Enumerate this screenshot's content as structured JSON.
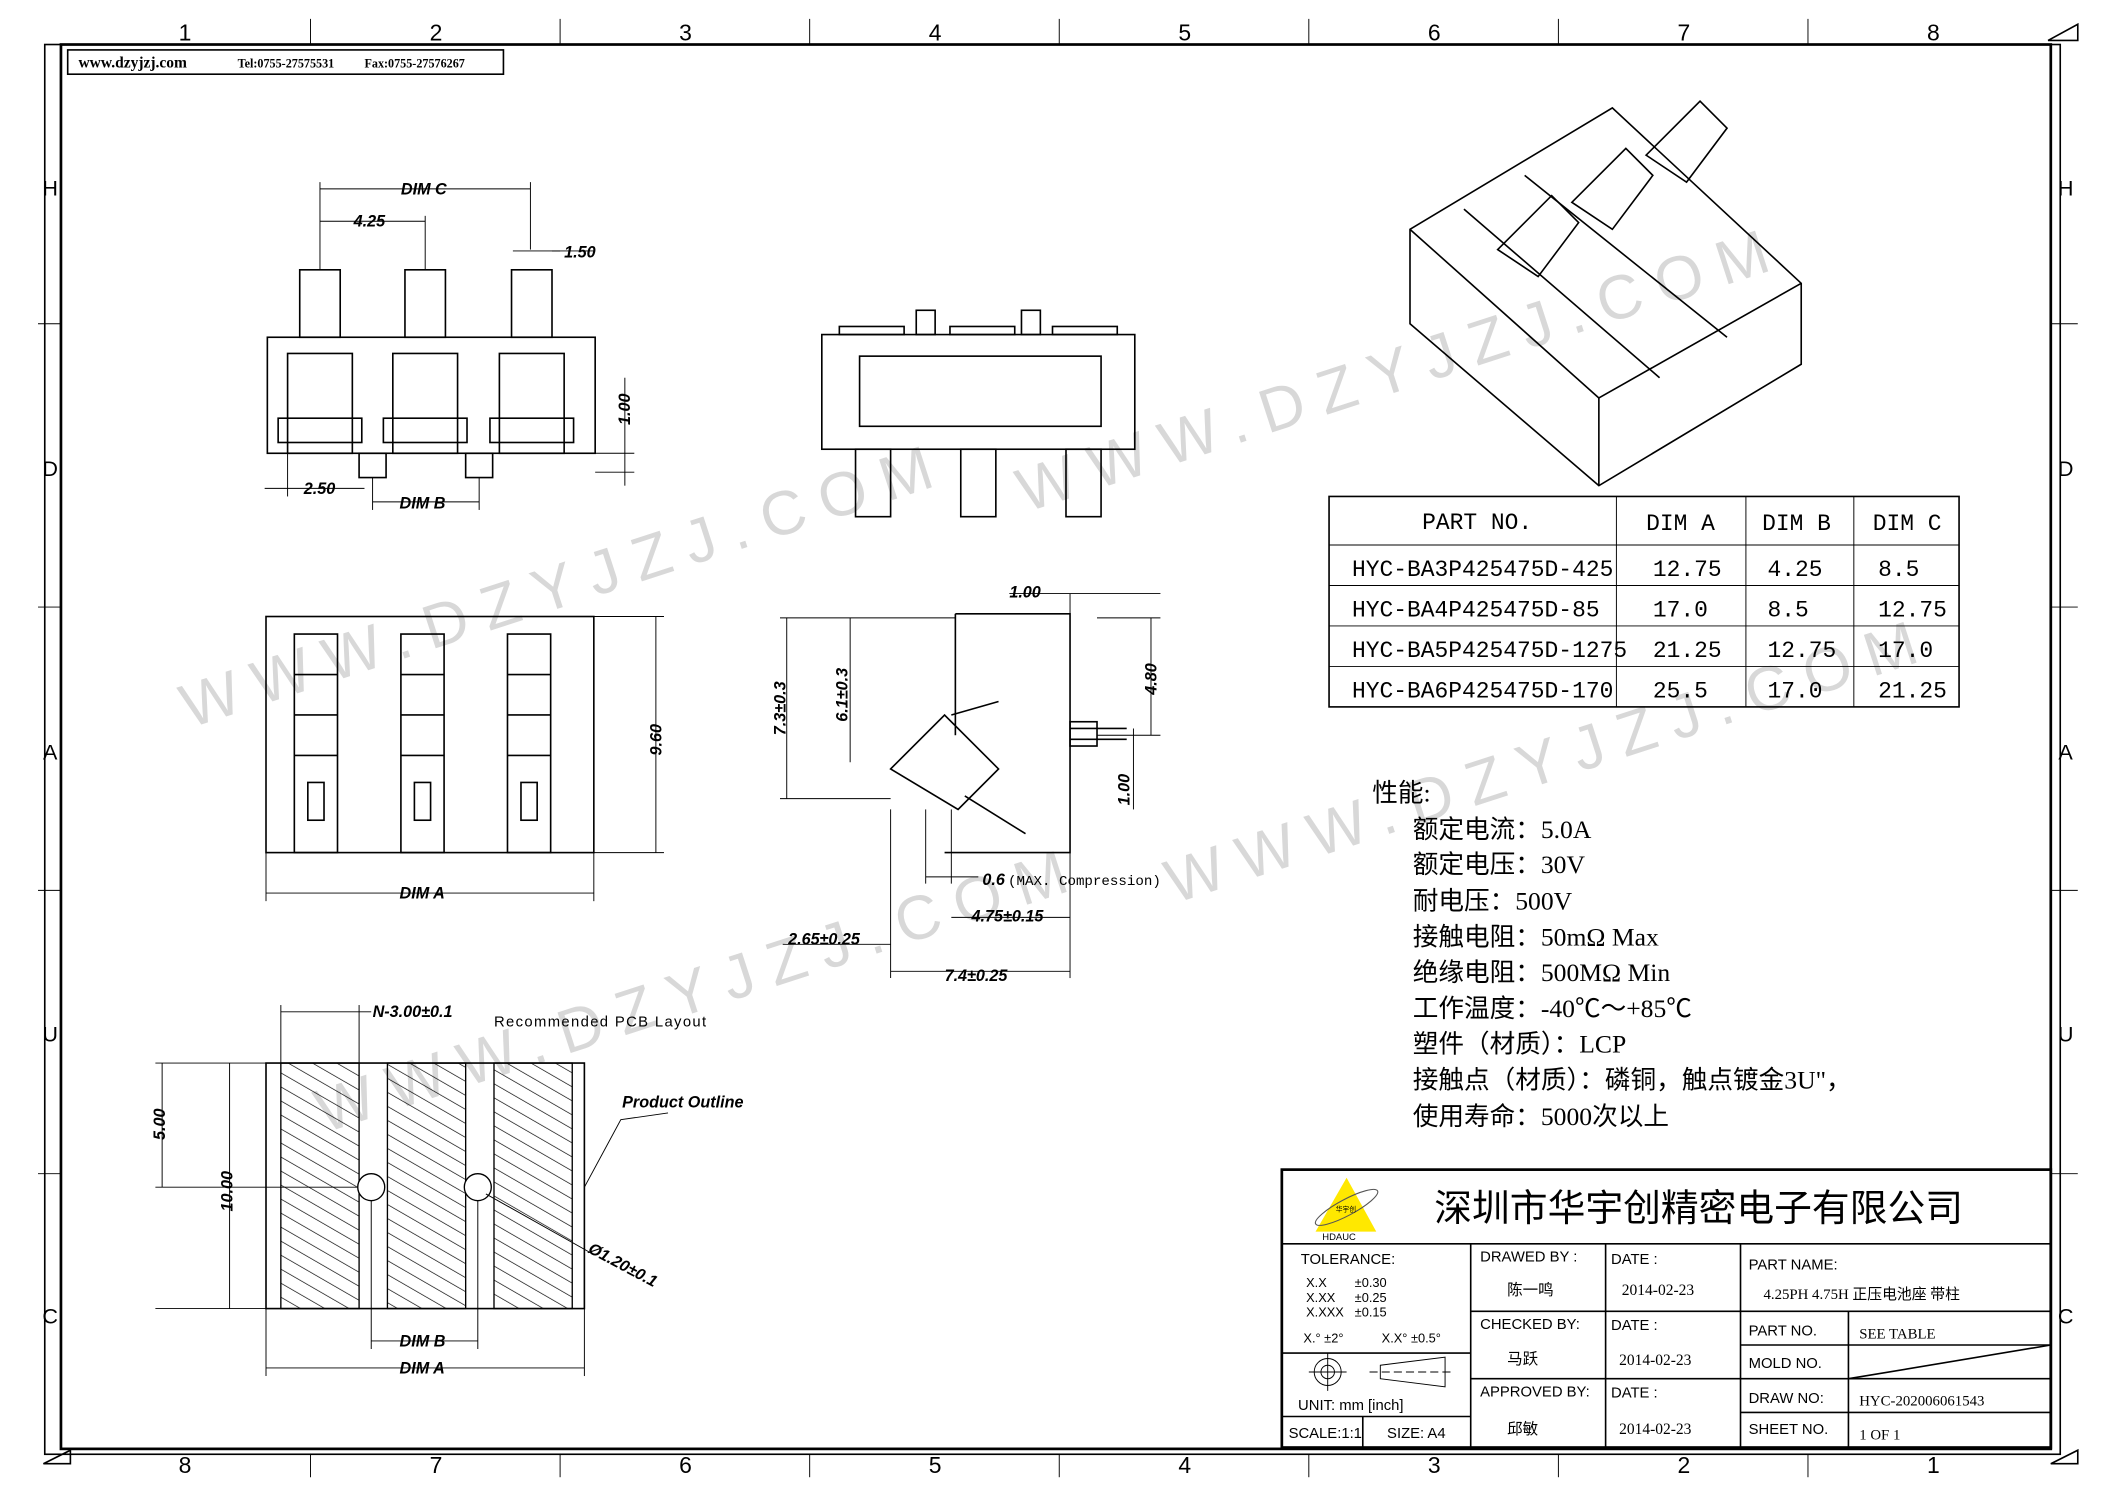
{
  "header": {
    "website": "www.dzyjzj.com",
    "tel": "Tel:0755-27575531",
    "fax": "Fax:0755-27576267"
  },
  "grid": {
    "columns_top": [
      "1",
      "2",
      "3",
      "4",
      "5",
      "6",
      "7",
      "8"
    ],
    "columns_bottom": [
      "8",
      "7",
      "6",
      "5",
      "4",
      "3",
      "2",
      "1"
    ],
    "rows": [
      "H",
      "D",
      "A",
      "U",
      "C"
    ]
  },
  "watermark": "WWW.DZYJZJ.COM",
  "dims": {
    "dim_c": "DIM C",
    "p425": "4.25",
    "p150": "1.50",
    "p100a": "1.00",
    "p250": "2.50",
    "dim_b": "DIM B",
    "p960": "9.60",
    "dim_a": "DIM A",
    "p100b": "1.00",
    "p480": "4.80",
    "p73": "7.3±0.3",
    "p61": "6.1±0.3",
    "p100c": "1.00",
    "p06": "0.6",
    "p06_note": "(MAX. Compression)",
    "p475": "4.75±0.15",
    "p265": "2.65±0.25",
    "p74": "7.4±0.25",
    "pcb_n": "N-3.00±0.1",
    "pcb_title": "Recommended PCB Layout",
    "product_outline": "Product Outline",
    "p500": "5.00",
    "p1000": "10.00",
    "hole": "Ø1.20±0.1",
    "pcb_dim_b": "DIM B",
    "pcb_dim_a": "DIM A"
  },
  "table": {
    "headers": [
      "PART NO.",
      "DIM A",
      "DIM B",
      "DIM C"
    ],
    "rows": [
      [
        "HYC-BA3P425475D-425",
        "12.75",
        "4.25",
        "8.5"
      ],
      [
        "HYC-BA4P425475D-85",
        "17.0",
        "8.5",
        "12.75"
      ],
      [
        "HYC-BA5P425475D-1275",
        "21.25",
        "12.75",
        "17.0"
      ],
      [
        "HYC-BA6P425475D-170",
        "25.5",
        "17.0",
        "21.25"
      ]
    ]
  },
  "specs": {
    "title": "性能:",
    "items": [
      "额定电流：5.0A",
      "额定电压：30V",
      "耐电压：500V",
      "接触电阻：50mΩ  Max",
      "绝缘电阻：500MΩ  Min",
      "工作温度：-40℃～+85℃",
      "塑件（材质）：LCP",
      "接触点（材质）：磷铜，触点镀金3U\"，",
      "使用寿命：5000次以上"
    ]
  },
  "title_block": {
    "logo_text": "华宇创",
    "logo_brand": "HDAUC",
    "company": "深圳市华宇创精密电子有限公司",
    "tolerance_label": "TOLERANCE:",
    "tolerances": [
      [
        "X.X",
        "±0.30"
      ],
      [
        "X.XX",
        "±0.25"
      ],
      [
        "X.XXX",
        "±0.15"
      ]
    ],
    "angle_tol_1": "X.° ±2°",
    "angle_tol_2": "X.X° ±0.5°",
    "unit": "UNIT:  mm  [inch]",
    "scale": "SCALE:1:1",
    "size": "SIZE:  A4",
    "drawed_label": "DRAWED  BY :",
    "drawed_by": "陈一鸣",
    "checked_label": "CHECKED  BY:",
    "checked_by": "马跃",
    "approved_label": "APPROVED  BY:",
    "approved_by": "邱敏",
    "date_label": "DATE  :",
    "date1": "2014-02-23",
    "date2": "2014-02-23",
    "date3": "2014-02-23",
    "part_name_label": "PART  NAME:",
    "part_name": "4.25PH 4.75H 正压电池座 带柱",
    "part_no_label": "PART  NO.",
    "part_no": "SEE TABLE",
    "mold_no_label": "MOLD  NO.",
    "draw_no_label": "DRAW  NO:",
    "draw_no": "HYC-202006061543",
    "sheet_no_label": "SHEET  NO.",
    "sheet_no": "1  OF  1"
  }
}
